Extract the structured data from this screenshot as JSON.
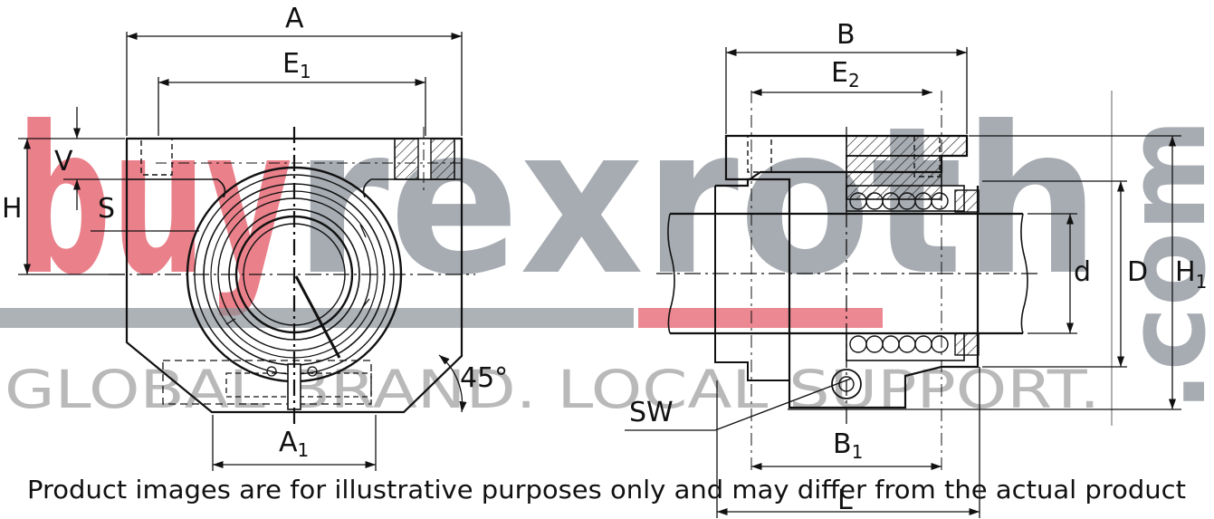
{
  "watermark": {
    "buy": "buy",
    "rexroth": "rexroth",
    "com": ".com",
    "tagline": "GLOBAL BRAND. LOCAL SUPPORT.",
    "buy_color": "#e8737e",
    "rexroth_color": "#8a9199",
    "tagline_color": "#bdbdbd"
  },
  "labels": {
    "A": "A",
    "E1": "E",
    "E1_sub": "1",
    "V": "V",
    "S": "S",
    "H": "H",
    "A1": "A",
    "A1_sub": "1",
    "angle": "45°",
    "B": "B",
    "E2": "E",
    "E2_sub": "2",
    "d": "d",
    "D": "D",
    "H1": "H",
    "H1_sub": "1",
    "SW": "SW",
    "B1": "B",
    "B1_sub": "1",
    "L": "L"
  },
  "disclaimer": "Product images are for illustrative purposes only and may differ from the actual product"
}
